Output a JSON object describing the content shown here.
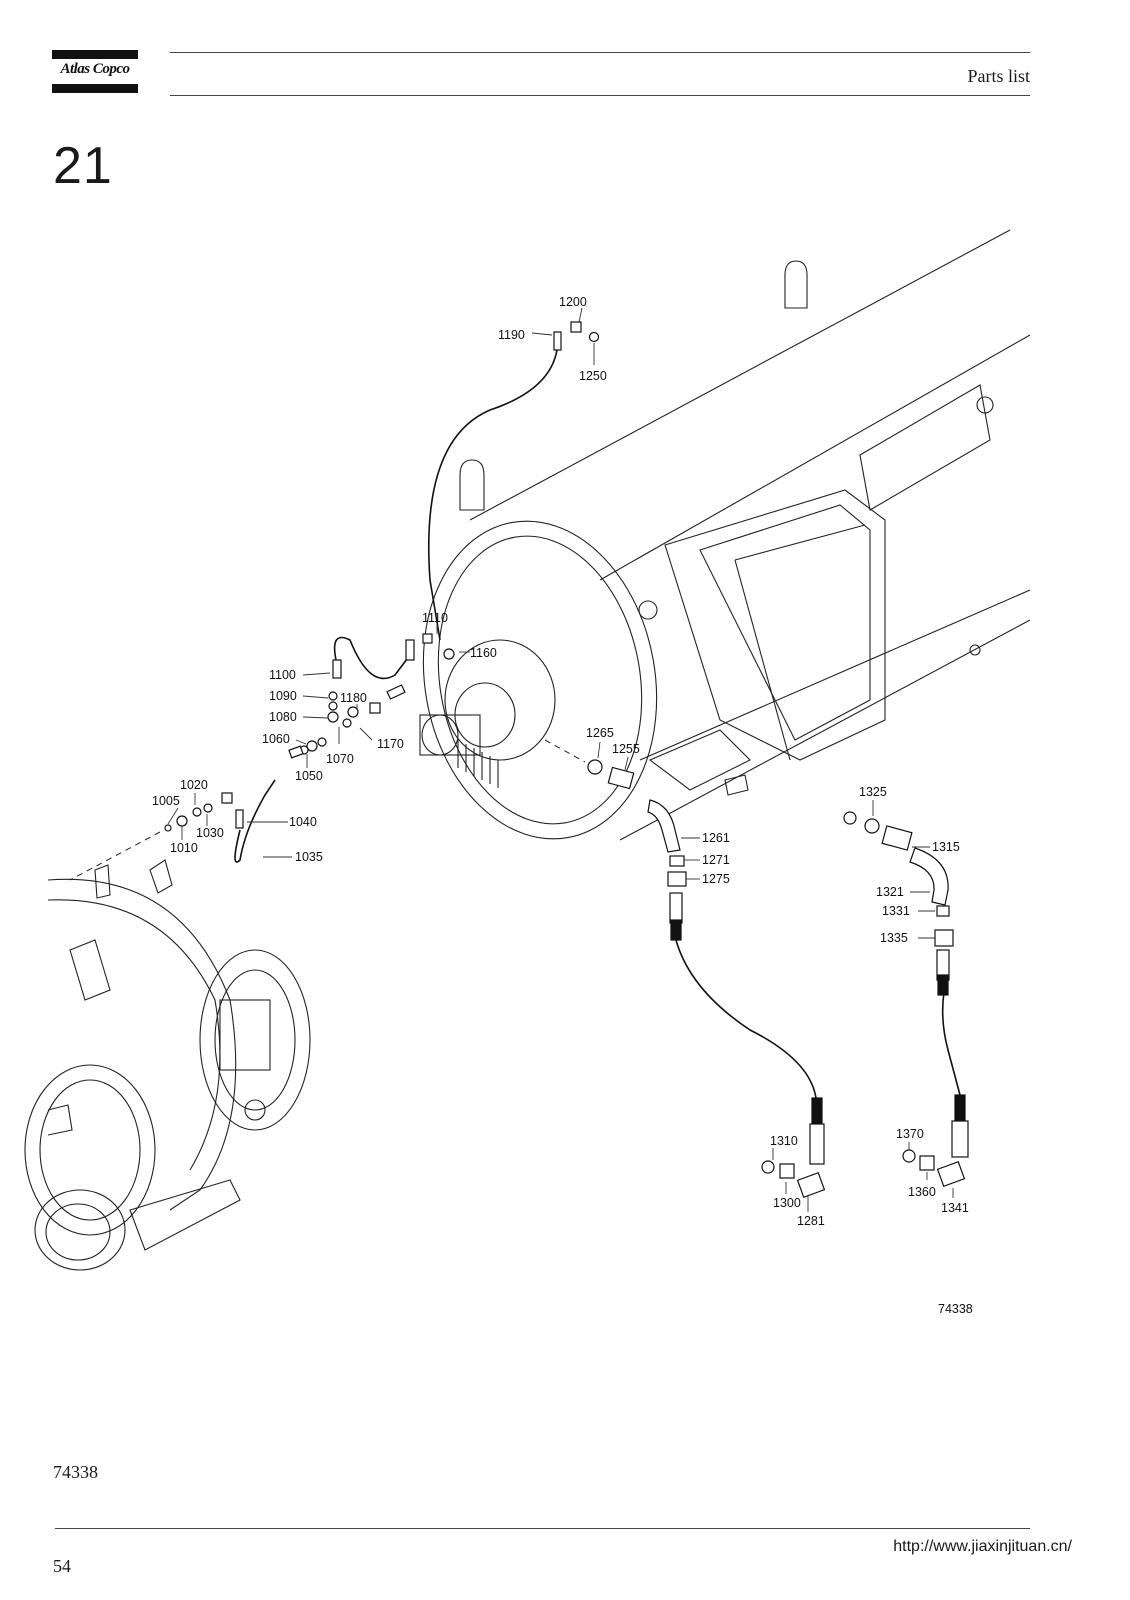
{
  "header": {
    "brand": "Atlas Copco",
    "title": "Parts list"
  },
  "section_number": "21",
  "drawing": {
    "drawing_number": "74338",
    "callouts": {
      "c1005": "1005",
      "c1010": "1010",
      "c1020": "1020",
      "c1030": "1030",
      "c1035": "1035",
      "c1040": "1040",
      "c1050": "1050",
      "c1060": "1060",
      "c1070": "1070",
      "c1080": "1080",
      "c1090": "1090",
      "c1100": "1100",
      "c1110": "1110",
      "c1160": "1160",
      "c1170": "1170",
      "c1180": "1180",
      "c1190": "1190",
      "c1200": "1200",
      "c1250": "1250",
      "c1255": "1255",
      "c1261": "1261",
      "c1265": "1265",
      "c1271": "1271",
      "c1275": "1275",
      "c1281": "1281",
      "c1300": "1300",
      "c1310": "1310",
      "c1315": "1315",
      "c1321": "1321",
      "c1325": "1325",
      "c1331": "1331",
      "c1335": "1335",
      "c1341": "1341",
      "c1360": "1360",
      "c1370": "1370"
    }
  },
  "footer": {
    "document_id": "74338",
    "page_number": "54",
    "url": "http://www.jiaxinjituan.cn/"
  }
}
